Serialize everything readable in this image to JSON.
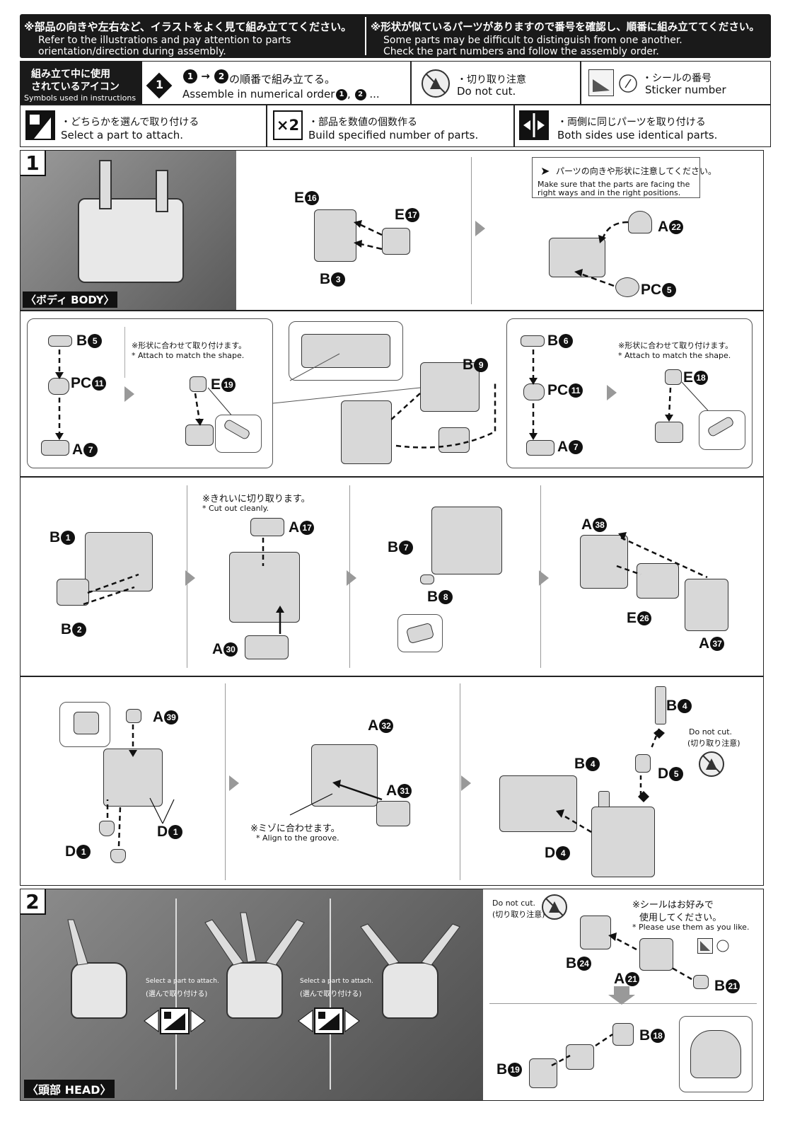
{
  "header": {
    "left_jp": "※部品の向きや左右など、イラストをよく見て組み立ててください。",
    "left_en1": "Refer to the illustrations and pay attention to parts",
    "left_en2": "orientation/direction during assembly.",
    "right_jp": "※形状が似ているパーツがありますので番号を確認し、順番に組み立ててください。",
    "right_en1": "Some parts may be difficult to distinguish from one another.",
    "right_en2": "Check the part numbers and follow the assembly order."
  },
  "icons": {
    "title_jp1": "組み立て中に使用",
    "title_jp2": "されているアイコン",
    "title_en": "Symbols used in instructions",
    "order_jp": "の順番で組み立てる。",
    "order_en": "Assemble in numerical order",
    "nocut_jp": "・切り取り注意",
    "nocut_en": "Do not cut.",
    "sticker_jp": "・シールの番号",
    "sticker_en": "Sticker number",
    "select_jp": "・どちらかを選んで取り付ける",
    "select_en": "Select a part to attach.",
    "build_jp": "・部品を数値の個数作る",
    "build_en": "Build specified number of parts.",
    "build_icon": "×2",
    "both_jp": "・両側に同じパーツを取り付ける",
    "both_en": "Both sides use identical parts."
  },
  "step1": {
    "number": "1",
    "caption": "〈ボディ BODY〉",
    "note_jp": "パーツの向きや形状に注意してください。",
    "note_en1": "Make sure that the parts are facing the",
    "note_en2": "right ways and in the right positions.",
    "shape_jp": "※形状に合わせて取り付けます。",
    "shape_en": "* Attach to match the shape.",
    "clean_jp": "※きれいに切り取ります。",
    "clean_en": "* Cut out cleanly.",
    "groove_jp": "※ミゾに合わせます。",
    "groove_en": "* Align to the groove.",
    "nocut_en": "Do not cut.",
    "nocut_jp": "(切り取り注意)"
  },
  "step2": {
    "number": "2",
    "caption": "〈頭部 HEAD〉",
    "select_en": "Select a part to attach.",
    "select_jp": "(選んで取り付ける)",
    "nocut_en": "Do not cut.",
    "nocut_jp": "(切り取り注意)",
    "sticker_jp1": "※シールはお好みで",
    "sticker_jp2": "使用してください。",
    "sticker_en": "* Please use them as you like."
  },
  "labels": {
    "E": "E",
    "B": "B",
    "A": "A",
    "PC": "PC",
    "D": "D",
    "n16": "16",
    "n17": "17",
    "n3": "3",
    "n22": "22",
    "n5": "5",
    "n11": "11",
    "n7": "7",
    "n19": "19",
    "n9": "9",
    "n6": "6",
    "n18": "18",
    "n1": "1",
    "n2": "2",
    "n30": "30",
    "n8": "8",
    "n38": "38",
    "n26": "26",
    "n37": "37",
    "n39": "39",
    "n32": "32",
    "n31": "31",
    "n4": "4",
    "n24": "24",
    "n21": "21"
  }
}
